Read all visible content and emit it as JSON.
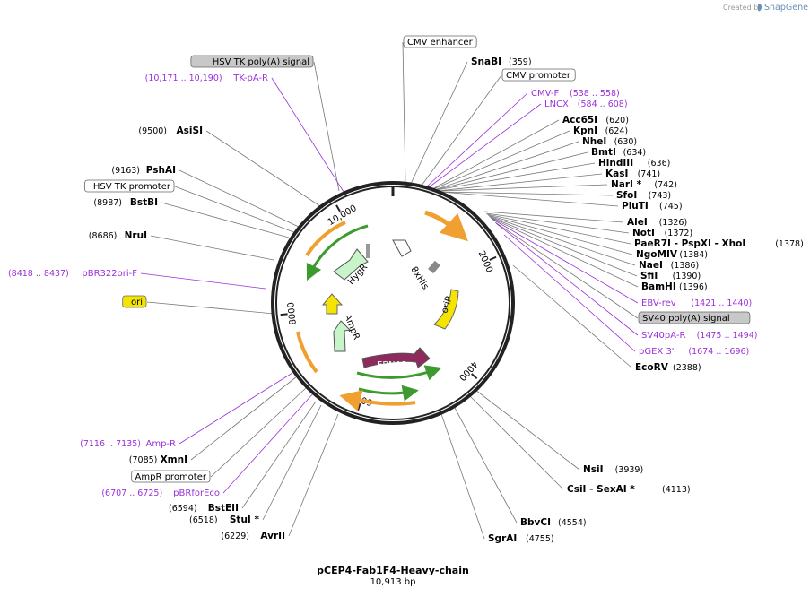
{
  "credit": {
    "created_by": "Created by",
    "brand": "SnapGene"
  },
  "plasmid": {
    "name": "pCEP4-Fab1F4-Heavy-chain",
    "size": "10,913 bp"
  },
  "colors": {
    "primer": "#9b30d9",
    "backbone": "#222222",
    "orange": "#f0a030",
    "green": "#3c9a2e",
    "ebna": "#8e2a5c",
    "yellow": "#f5e400"
  },
  "ticks": [
    {
      "label": "2000",
      "angle": 66
    },
    {
      "label": "4000",
      "angle": 132
    },
    {
      "label": "6000",
      "angle": 198
    },
    {
      "label": "8000",
      "angle": 264
    },
    {
      "label": "10,000",
      "angle": 330
    }
  ],
  "features": {
    "hygr": "HygR",
    "his": "8xHis",
    "orip": "oriP",
    "ebna1": "EBNA1",
    "ampr": "AmpR"
  },
  "labels": [
    {
      "id": "cmv-enhancer",
      "kind": "box",
      "text": "CMV enhancer"
    },
    {
      "id": "snabi",
      "kind": "enzyme",
      "text": "SnaBI",
      "pos": "(359)"
    },
    {
      "id": "cmv-promoter",
      "kind": "box",
      "text": "CMV promoter"
    },
    {
      "id": "cmv-f",
      "kind": "primer",
      "text": "CMV-F",
      "pos": "(538 .. 558)"
    },
    {
      "id": "lncx",
      "kind": "primer",
      "text": "LNCX",
      "pos": "(584 .. 608)"
    },
    {
      "id": "acc65i",
      "kind": "enzyme",
      "text": "Acc65I",
      "pos": "(620)"
    },
    {
      "id": "kpni",
      "kind": "enzyme",
      "text": "KpnI",
      "pos": "(624)"
    },
    {
      "id": "nhei",
      "kind": "enzyme",
      "text": "NheI",
      "pos": "(630)"
    },
    {
      "id": "bmti",
      "kind": "enzyme",
      "text": "BmtI",
      "pos": "(634)"
    },
    {
      "id": "hindiii",
      "kind": "enzyme",
      "text": "HindIII",
      "pos": "(636)"
    },
    {
      "id": "kasi",
      "kind": "enzyme",
      "text": "KasI",
      "pos": "(741)"
    },
    {
      "id": "nari",
      "kind": "enzyme",
      "text": "NarI *",
      "pos": "(742)"
    },
    {
      "id": "sfoi",
      "kind": "enzyme",
      "text": "SfoI",
      "pos": "(743)"
    },
    {
      "id": "pluti",
      "kind": "enzyme",
      "text": "PluTI",
      "pos": "(745)"
    },
    {
      "id": "alei",
      "kind": "enzyme",
      "text": "AleI",
      "pos": "(1326)"
    },
    {
      "id": "noti",
      "kind": "enzyme",
      "text": "NotI",
      "pos": "(1372)"
    },
    {
      "id": "paer7i",
      "kind": "enzyme",
      "text": "PaeR7I  - PspXI  - XhoI",
      "pos": "(1378)"
    },
    {
      "id": "ngomiv",
      "kind": "enzyme",
      "text": "NgoMIV",
      "pos": "(1384)"
    },
    {
      "id": "naei",
      "kind": "enzyme",
      "text": "NaeI",
      "pos": "(1386)"
    },
    {
      "id": "sfii",
      "kind": "enzyme",
      "text": "SfiI",
      "pos": "(1390)"
    },
    {
      "id": "bamhi",
      "kind": "enzyme",
      "text": "BamHI",
      "pos": "(1396)"
    },
    {
      "id": "ebv-rev",
      "kind": "primer",
      "text": "EBV-rev",
      "pos": "(1421 .. 1440)"
    },
    {
      "id": "sv40-polya",
      "kind": "graybox",
      "text": "SV40 poly(A) signal"
    },
    {
      "id": "sv40pa-r",
      "kind": "primer",
      "text": "SV40pA-R",
      "pos": "(1475 .. 1494)"
    },
    {
      "id": "pgex3",
      "kind": "primer",
      "text": "pGEX 3'",
      "pos": "(1674 .. 1696)"
    },
    {
      "id": "ecorv",
      "kind": "enzyme",
      "text": "EcoRV",
      "pos": "(2388)"
    },
    {
      "id": "nsii",
      "kind": "enzyme",
      "text": "NsiI",
      "pos": "(3939)"
    },
    {
      "id": "csii",
      "kind": "enzyme",
      "text": "CsiI  - SexAI *",
      "pos": "(4113)"
    },
    {
      "id": "bbvci",
      "kind": "enzyme",
      "text": "BbvCI",
      "pos": "(4554)"
    },
    {
      "id": "sgrai",
      "kind": "enzyme",
      "text": "SgrAI",
      "pos": "(4755)"
    },
    {
      "id": "avrii",
      "kind": "enzyme",
      "text": "AvrII",
      "pos": "(6229)"
    },
    {
      "id": "stui",
      "kind": "enzyme",
      "text": "StuI *",
      "pos": "(6518)"
    },
    {
      "id": "bsteii",
      "kind": "enzyme",
      "text": "BstEII",
      "pos": "(6594)"
    },
    {
      "id": "pbrforeco",
      "kind": "primer",
      "text": "pBRforEco",
      "pos": "(6707 .. 6725)"
    },
    {
      "id": "ampr-promoter",
      "kind": "box",
      "text": "AmpR promoter"
    },
    {
      "id": "xmni",
      "kind": "enzyme",
      "text": "XmnI",
      "pos": "(7085)"
    },
    {
      "id": "amp-r",
      "kind": "primer",
      "text": "Amp-R",
      "pos": "(7116 .. 7135)"
    },
    {
      "id": "ori",
      "kind": "yellowbox",
      "text": "ori"
    },
    {
      "id": "pbr322ori-f",
      "kind": "primer",
      "text": "pBR322ori-F",
      "pos": "(8418 .. 8437)"
    },
    {
      "id": "nrui",
      "kind": "enzyme",
      "text": "NruI",
      "pos": "(8686)"
    },
    {
      "id": "bstbi",
      "kind": "enzyme",
      "text": "BstBI",
      "pos": "(8987)"
    },
    {
      "id": "hsv-tk-promoter",
      "kind": "box",
      "text": "HSV TK promoter"
    },
    {
      "id": "pshai",
      "kind": "enzyme",
      "text": "PshAI",
      "pos": "(9163)"
    },
    {
      "id": "asisi",
      "kind": "enzyme",
      "text": "AsiSI",
      "pos": "(9500)"
    },
    {
      "id": "tk-pa-r",
      "kind": "primer",
      "text": "TK-pA-R",
      "pos": "(10,171 .. 10,190)"
    },
    {
      "id": "hsv-tk-polya",
      "kind": "graybox",
      "text": "HSV TK poly(A) signal"
    }
  ]
}
